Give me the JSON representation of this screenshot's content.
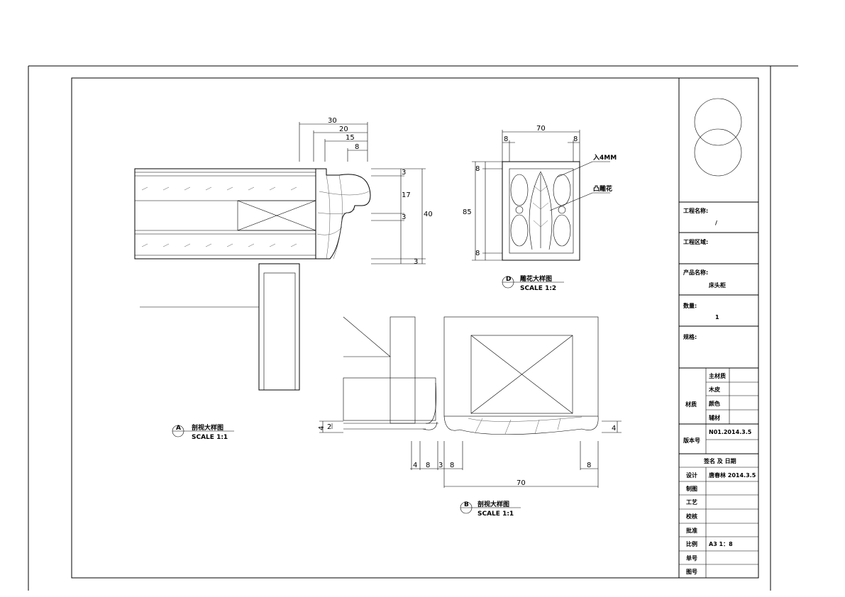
{
  "title_block": {
    "project_name_label": "工程名称:",
    "project_name_value": "/",
    "project_area_label": "工程区域:",
    "product_name_label": "产品名称:",
    "product_name_value": "床头柜",
    "quantity_label": "数量:",
    "quantity_value": "1",
    "spec_label": "规格:",
    "material_label": "材质",
    "material_rows": [
      "主材质",
      "木皮",
      "颜色",
      "辅材"
    ],
    "version_label": "版本号",
    "version_value": "N01.2014.3.5",
    "sign_header": "签名 及 日期",
    "rows": [
      {
        "label": "设计",
        "value": "唐春林 2014.3.5"
      },
      {
        "label": "制图",
        "value": ""
      },
      {
        "label": "工艺",
        "value": ""
      },
      {
        "label": "校核",
        "value": ""
      },
      {
        "label": "批准",
        "value": ""
      },
      {
        "label": "比例",
        "value": "A3 1：8"
      },
      {
        "label": "单号",
        "value": ""
      },
      {
        "label": "图号",
        "value": ""
      }
    ]
  },
  "views": {
    "a": {
      "marker": "A",
      "title": "剖视大样图",
      "scale": "SCALE 1:1",
      "dims_top": [
        "30",
        "20",
        "15",
        "8"
      ],
      "dims_right": [
        "3",
        "17",
        "3",
        "40",
        "3"
      ]
    },
    "b": {
      "marker": "B",
      "title": "剖视大样图",
      "scale": "SCALE 1:1",
      "dims_bottom": [
        "4",
        "8",
        "3",
        "8",
        "8",
        "70"
      ],
      "dims_side": [
        "4",
        "2",
        "4"
      ]
    },
    "d": {
      "marker": "D",
      "title": "雕花大样图",
      "scale": "SCALE 1:2",
      "dims_top": [
        "70",
        "8",
        "8"
      ],
      "dims_left": [
        "85",
        "8",
        "8"
      ],
      "callouts": [
        "入4MM",
        "凸雕花"
      ]
    }
  }
}
